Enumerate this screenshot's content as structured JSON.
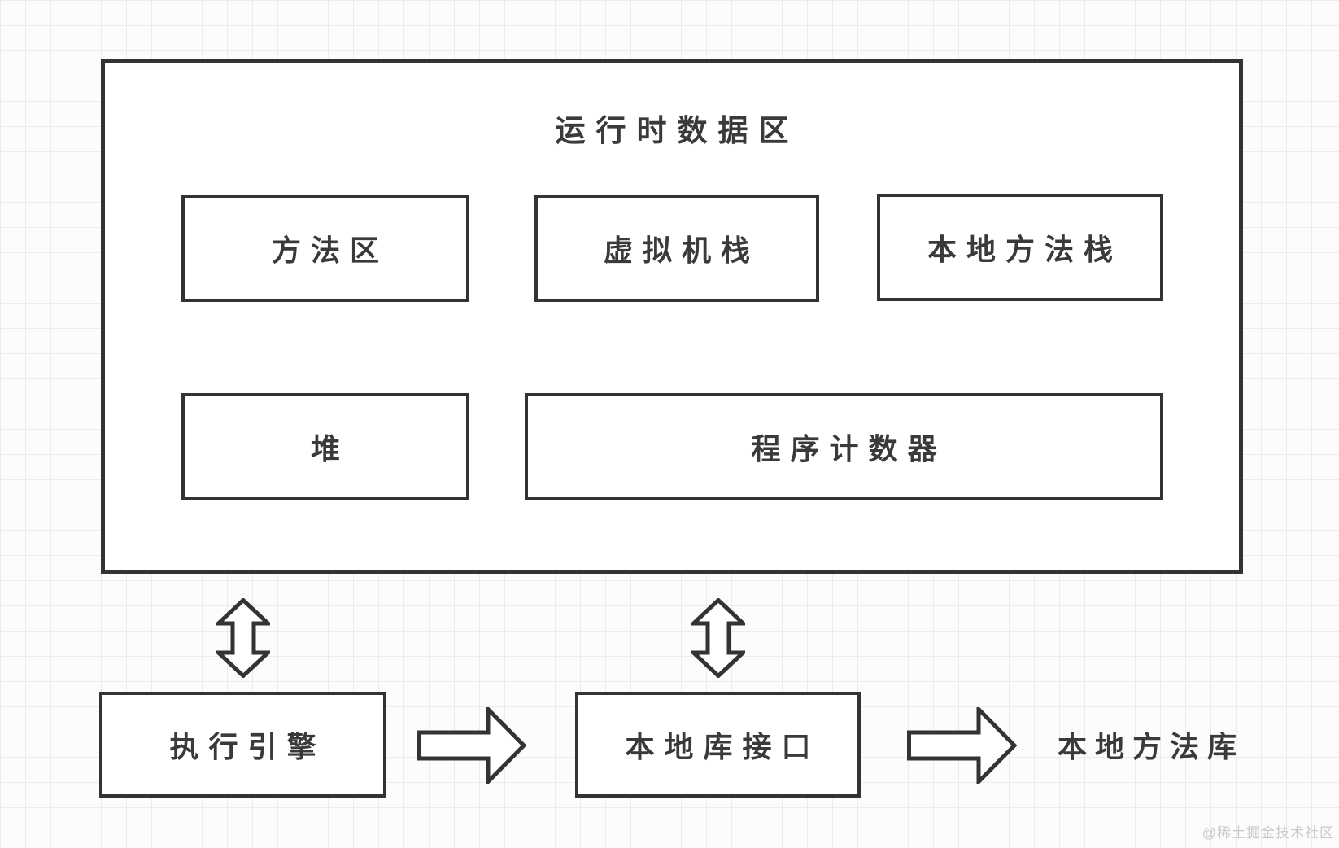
{
  "page": {
    "watermark": "@稀土掘金技术社区"
  },
  "colors": {
    "line": "#333333",
    "text": "#3a3a3a",
    "box_background": "#ffffff",
    "canvas_background": "#fcfcfc",
    "grid_line": "#ececec",
    "watermark": "#c9c9c9"
  },
  "diagram": {
    "runtime_area": {
      "title": "运行时数据区",
      "boxes": {
        "method_area": "方法区",
        "vm_stack": "虚拟机栈",
        "native_method_stack": "本地方法栈",
        "heap": "堆",
        "program_counter": "程序计数器"
      }
    },
    "execution_engine": "执行引擎",
    "native_interface": "本地库接口",
    "native_library": "本地方法库",
    "icons": {
      "vertical_connector": "double-vertical-arrow-icon",
      "horizontal_connector": "right-arrow-icon"
    }
  }
}
